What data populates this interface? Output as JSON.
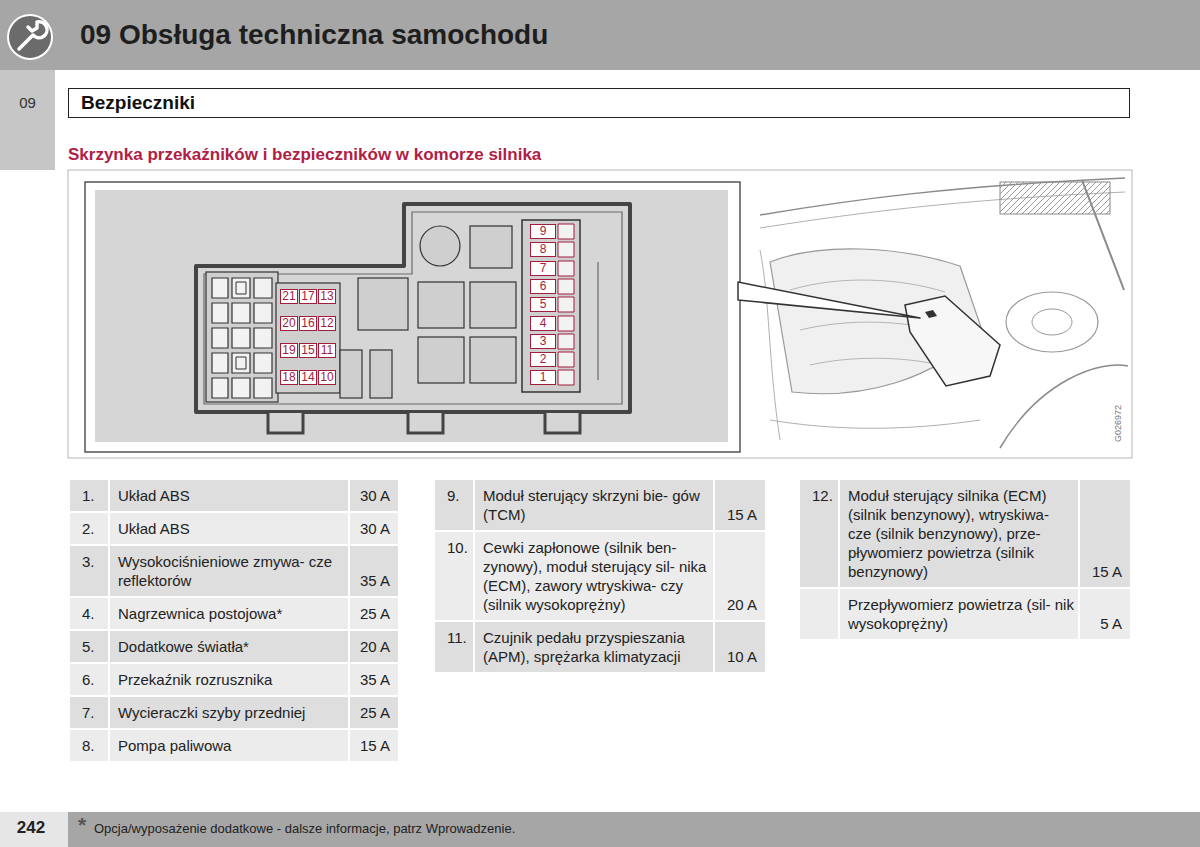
{
  "diagram": {
    "title": "09 Obsługa techniczna samochodu",
    "nodes": [
      {
        "text": [
          "Bezpieczniki"
        ]
      }
    ],
    "labels": [
      "09",
      "Skrzynka przekaźników i bezpieczników w komorze silnika",
      "9",
      "8",
      "7",
      "6",
      "5",
      "4",
      "3",
      "2",
      "1",
      "21",
      "17",
      "13",
      "20",
      "16",
      "12",
      "19",
      "15",
      "11",
      "18",
      "14",
      "10",
      "G026972",
      "1.",
      "Układ ABS",
      "30 A",
      "2.",
      "Układ ABS",
      "30 A",
      "3.",
      "Wysokociśnieniowe zmywa- cze reflektorów",
      "35 A",
      "4.",
      "Nagrzewnica postojowa*",
      "25 A",
      "5.",
      "Dodatkowe światła*",
      "20 A",
      "6.",
      "Przekaźnik rozrusznika",
      "35 A",
      "7.",
      "Wycieraczki szyby przedniej",
      "25 A",
      "8.",
      "Pompa paliwowa",
      "15 A",
      "9.",
      "Moduł sterujący skrzyni bie- gów (TCM)",
      "15 A",
      "10.",
      "Cewki zapłonowe (silnik ben- zynowy), moduł sterujący sil- nika (ECM), zawory wtryskiwa- czy (silnik wysokoprężny)",
      "20 A",
      "11.",
      "Czujnik pedału przyspieszania (APM), sprężarka klimatyzacji",
      "10 A",
      "12.",
      "Moduł sterujący silnika (ECM) (silnik benzynowy), wtryskiwa- cze (silnik benzynowy), prze- pływomierz powietrza (silnik benzynowy)",
      "15 A",
      "Przepływomierz powietrza (sil- nik wysokoprężny)",
      "5 A",
      "242",
      "*",
      "Opcja/wyposażenie dodatkowe - dalsze informacje, patrz Wprowadzenie."
    ]
  }
}
